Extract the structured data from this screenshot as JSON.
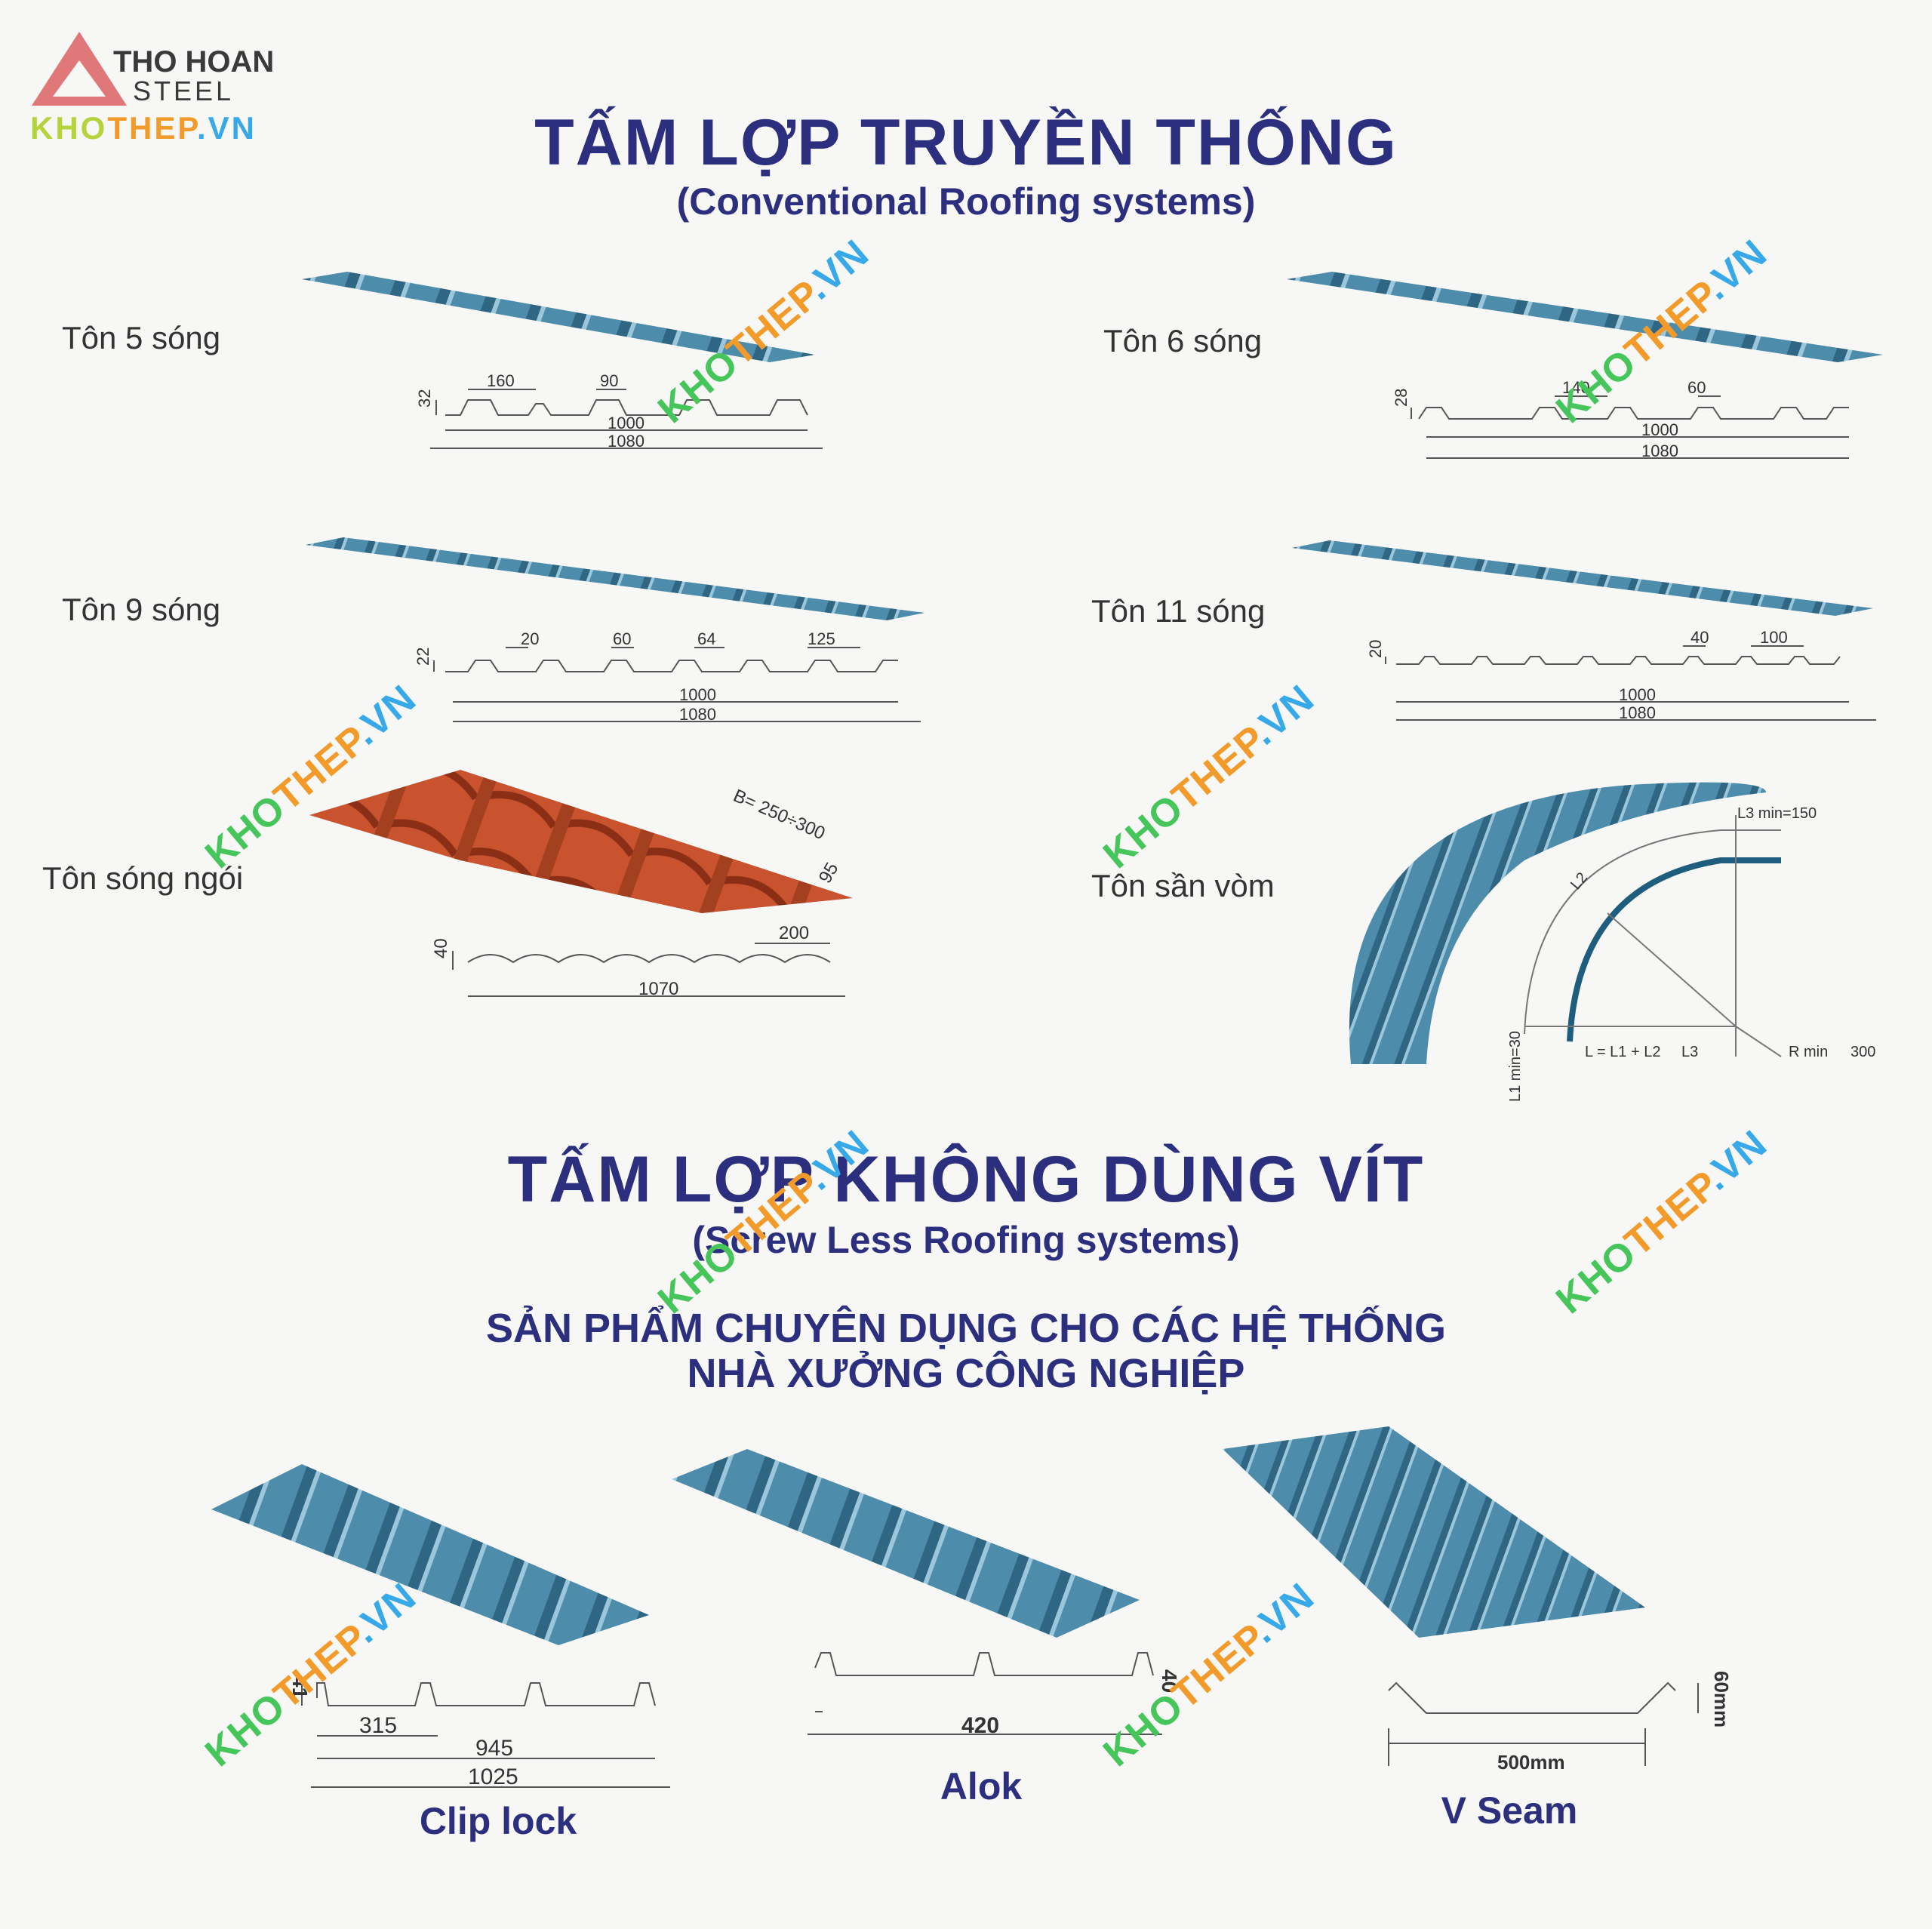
{
  "brand": {
    "name_line1": "THO HOAN",
    "name_line2": "STEEL",
    "site": "KHOTHEP.VN",
    "watermark": "KHOTHEP.VN"
  },
  "section_conventional": {
    "title": "TẤM LỢP TRUYỀN THỐNG",
    "subtitle": "(Conventional Roofing systems)"
  },
  "products_conventional": [
    {
      "label": "Tôn 5 sóng",
      "dims": [
        "32",
        "160",
        "90",
        "1000",
        "1080"
      ]
    },
    {
      "label": "Tôn 6 sóng",
      "dims": [
        "28",
        "140",
        "60",
        "1000",
        "1080"
      ]
    },
    {
      "label": "Tôn 9 sóng",
      "dims": [
        "22",
        "20",
        "60",
        "64",
        "125",
        "1000",
        "1080"
      ]
    },
    {
      "label": "Tôn 11 sóng",
      "dims": [
        "20",
        "40",
        "100",
        "1000",
        "1080"
      ]
    },
    {
      "label": "Tôn sóng ngói",
      "dims": [
        "B= 250÷300",
        "95",
        "40",
        "200",
        "1070"
      ]
    },
    {
      "label": "Tôn sần vòm",
      "dims": [
        "L3 min=150",
        "L2",
        "L1 min=30",
        "L = L1 + L2",
        "L3",
        "R min",
        "300"
      ]
    }
  ],
  "section_screwless": {
    "title": "TẤM LỢP KHÔNG DÙNG VÍT",
    "subtitle": "(Screw Less Roofing systems)",
    "note_line1": "SẢN PHẨM CHUYÊN DỤNG CHO CÁC HỆ THỐNG",
    "note_line2": "NHÀ XƯỞNG CÔNG NGHIỆP"
  },
  "products_screwless": [
    {
      "label": "Clip lock",
      "dims": [
        "41",
        "315",
        "945",
        "1025"
      ]
    },
    {
      "label": "Alok",
      "dims": [
        "420",
        "40"
      ]
    },
    {
      "label": "V Seam",
      "dims": [
        "500mm",
        "60mm"
      ]
    }
  ],
  "colors": {
    "title_blue": "#2b2f7e",
    "sheet_blue": "#4d8cab",
    "sheet_dark": "#2f6683",
    "tile_red": "#c8532e",
    "logo_red": "#e0787a",
    "wm_green": "#46c55a",
    "wm_orange": "#f29b2b",
    "wm_blue": "#38a9e8"
  }
}
